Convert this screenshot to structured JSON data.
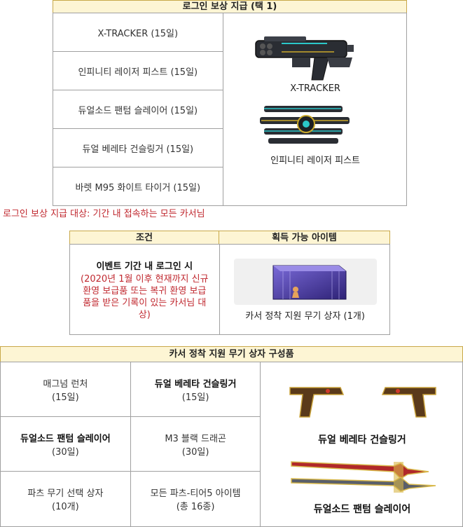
{
  "section1": {
    "header": "로그인 보상 지급 (택 1)",
    "items": [
      "X-TRACKER (15일)",
      "인피니티 레이저 피스트 (15일)",
      "듀얼소드 팬텀 슬레이어 (15일)",
      "듀얼 베레타 건슬링거 (15일)",
      "바렛 M95 화이트 타이거 (15일)"
    ],
    "image_captions": [
      "X-TRACKER",
      "인피니티 레이저 피스트"
    ],
    "note": "로그인 보상 지급 대상: 기간 내 접속하는 모든 카서님"
  },
  "section2": {
    "col1_header": "조건",
    "col2_header": "획득 가능 아이템",
    "condition_title": "이벤트 기간 내 로그인 시",
    "condition_detail": "(2020년 1월 이후 현재까지 신규 환영 보급품 또는 복귀 환영 보급품을 받은 기록이 있는 카서님 대상)",
    "reward": "카서 정착 지원 무기 상자 (1개)"
  },
  "section3": {
    "header": "카서 정착 지원 무기 상자 구성품",
    "rows": [
      [
        {
          "name": "매그넘 런처",
          "qty": "(15일)",
          "bold": false
        },
        {
          "name": "듀얼 베레타 건슬링거",
          "qty": "(15일)",
          "bold": true
        }
      ],
      [
        {
          "name": "듀얼소드 팬텀 슬레이어",
          "qty": "(30일)",
          "bold": true
        },
        {
          "name": "M3 블랙 드래곤",
          "qty": "(30일)",
          "bold": false
        }
      ],
      [
        {
          "name": "파츠 무기 선택 상자",
          "qty": "(10개)",
          "bold": false
        },
        {
          "name": "모든 파츠-티어5 아이템",
          "qty": "(총 16종)",
          "bold": false
        }
      ]
    ],
    "image_captions": [
      "듀얼 베레타 건슬링거",
      "듀얼소드 팬텀 슬레이어"
    ]
  },
  "colors": {
    "header_bg": "#fdf5d4",
    "header_border": "#c8a84a",
    "note_red": "#c0282f",
    "box_purple": "#4a3aa8"
  }
}
